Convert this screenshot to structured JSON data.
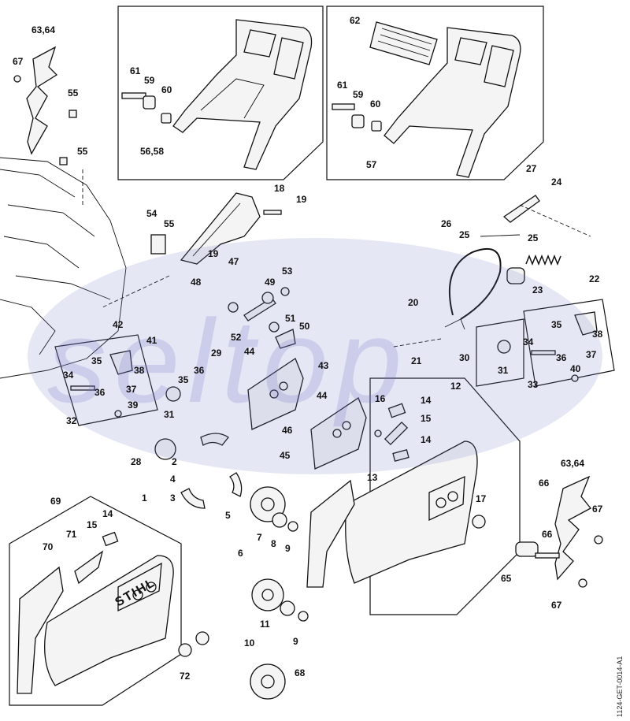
{
  "watermark": {
    "text": "seltop",
    "color": "#6f74c8"
  },
  "doc_code": "1124-GET-0014-A1",
  "labels": {
    "l1": "1",
    "l2": "2",
    "l3": "3",
    "l4": "4",
    "l5": "5",
    "l6": "6",
    "l7": "7",
    "l8": "8",
    "l9a": "9",
    "l9b": "9",
    "l10": "10",
    "l11": "11",
    "l12": "12",
    "l13": "13",
    "l14a": "14",
    "l14b": "14",
    "l14c": "14",
    "l15a": "15",
    "l15b": "15",
    "l16": "16",
    "l17": "17",
    "l18": "18",
    "l19a": "19",
    "l19b": "19",
    "l20": "20",
    "l21": "21",
    "l22": "22",
    "l23": "23",
    "l24": "24",
    "l25a": "25",
    "l25b": "25",
    "l26": "26",
    "l27": "27",
    "l28": "28",
    "l29": "29",
    "l30": "30",
    "l31a": "31",
    "l31b": "31",
    "l32": "32",
    "l33": "33",
    "l34a": "34",
    "l34b": "34",
    "l35a": "35",
    "l35b": "35",
    "l35c": "35",
    "l36a": "36",
    "l36b": "36",
    "l36c": "36",
    "l37a": "37",
    "l37b": "37",
    "l38a": "38",
    "l38b": "38",
    "l39": "39",
    "l40": "40",
    "l41": "41",
    "l42": "42",
    "l43": "43",
    "l44a": "44",
    "l44b": "44",
    "l45": "45",
    "l46": "46",
    "l47": "47",
    "l48": "48",
    "l49": "49",
    "l50": "50",
    "l51": "51",
    "l52": "52",
    "l53": "53",
    "l54": "54",
    "l55a": "55",
    "l55b": "55",
    "l55c": "55",
    "l56": "56,58",
    "l57": "57",
    "l59a": "59",
    "l59b": "59",
    "l60a": "60",
    "l60b": "60",
    "l61a": "61",
    "l61b": "61",
    "l62": "62",
    "l6364a": "63,64",
    "l6364b": "63,64",
    "l65": "65",
    "l66a": "66",
    "l66b": "66",
    "l67a": "67",
    "l67b": "67",
    "l67c": "67",
    "l68": "68",
    "l69": "69",
    "l70": "70",
    "l71": "71",
    "l72": "72"
  },
  "stihl_logo": "STIHL"
}
